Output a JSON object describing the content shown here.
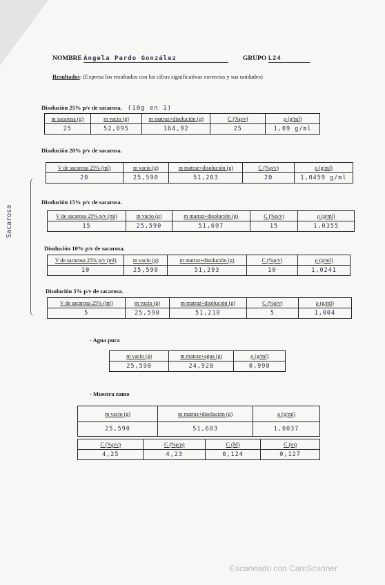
{
  "header": {
    "nombre_label": "NOMBRE",
    "nombre_value": "Ángela  Pardo  González",
    "grupo_label": "GRUPO",
    "grupo_value": "L24"
  },
  "resultados": {
    "title": "Resultados",
    "text": "(Expresa los resultados con las cifras significativas correctas y sus unidades)"
  },
  "d25": {
    "title": "Disolución 25% p/v de sacarosa.",
    "note": "(10g en 1)",
    "headers": [
      "m sacarosa (g)",
      "m vacío (g)",
      "m matraz+disolución (g)",
      "C (%p/v)",
      "ρ (g/ml)"
    ],
    "values": [
      "25",
      "52,095",
      "164,92",
      "25",
      "1,09 g/ml"
    ]
  },
  "d20": {
    "title": "Disolución 20% p/v de sacarosa.",
    "headers": [
      "V de sacarosa 25% (ml)",
      "m vacío (g)",
      "m matraz+disolución (g)",
      "C (%p/v)",
      "ρ (g/ml)"
    ],
    "values": [
      "20",
      "25,590",
      "51,203",
      "20",
      "1,0459 g/ml"
    ]
  },
  "d15": {
    "title": "Disolución 15% p/v de sacarosa.",
    "headers": [
      "V de sacarosa 25% p/v (ml)",
      "m vacío (g)",
      "m matraz+disolución (g)",
      "C (%p/v)",
      "ρ (g/ml)"
    ],
    "values": [
      "15",
      "25,590",
      "51,697",
      "15",
      "1,0355"
    ]
  },
  "d10": {
    "title": "Disolución 10% p/v de sacarosa.",
    "headers": [
      "V de sacarosa 25% p/v (ml)",
      "m vacío (g)",
      "m matraz+disolución (g)",
      "C (%p/v)",
      "ρ (g/ml)"
    ],
    "values": [
      "10",
      "25,590",
      "51,293",
      "10",
      "1,0241"
    ]
  },
  "d5": {
    "title": "Disolución 5% p/v de sacarosa.",
    "headers": [
      "V de sacarosa 25% (ml)",
      "m vacío (g)",
      "m matraz+disolución (g)",
      "C (%p/v)",
      "ρ (g/ml)"
    ],
    "values": [
      "5",
      "25,590",
      "51,210",
      "5",
      "1,004"
    ]
  },
  "agua": {
    "title": "· Agua pura",
    "headers": [
      "m vacío (g)",
      "m matraz+agua (g)",
      "ρ (g/ml)"
    ],
    "values": [
      "25,590",
      "24,928",
      "0,998"
    ]
  },
  "zumo": {
    "title": "· Muestra zumo",
    "headers1": [
      "m vacío (g)",
      "m matraz+disolución (g)",
      "ρ (g/ml)"
    ],
    "values1": [
      "25,590",
      "51,683",
      "1,0037"
    ],
    "headers2": [
      "C (%p/v)",
      "C (%p/p)",
      "C (M)",
      "C (m)"
    ],
    "values2": [
      "4,25",
      "4,23",
      "0,124",
      "0,127"
    ]
  },
  "margin_note": "Sacarosa",
  "watermark": "Escaneado con CamScanner"
}
